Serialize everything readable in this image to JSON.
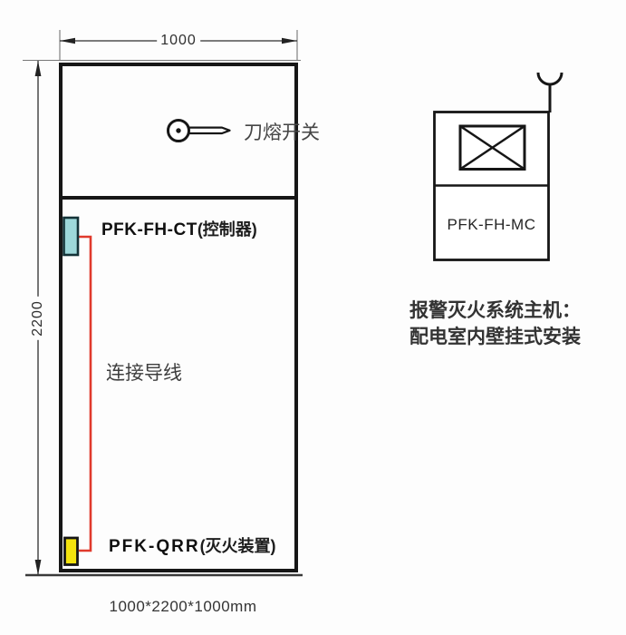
{
  "diagram": {
    "cabinet": {
      "width_dim": "1000",
      "height_dim": "2200",
      "switch_label": "刀熔开关",
      "controller_code": "PFK-FH-CT",
      "controller_desc": "(控制器)",
      "wire_label": "连接导线",
      "extinguisher_code": "PFK-QRR",
      "extinguisher_desc": "(灭火装置)",
      "size_caption": "1000*2200*1000mm"
    },
    "host": {
      "code": "PFK-FH-MC",
      "caption_line1": "报警灭火系统主机：",
      "caption_line2": "配电室内壁挂式安装"
    },
    "colors": {
      "line": "#161616",
      "wire_red": "#e03a2c",
      "controller_cyan": "#9ed8da",
      "extinguisher_yellow": "#f4e30d"
    },
    "symbols": {
      "knife_switch": "knife-fuse-switch-icon (key shape)",
      "antenna": "antenna-arc-icon",
      "host_unit": "crossed-rectangle alarm-host symbol"
    }
  }
}
